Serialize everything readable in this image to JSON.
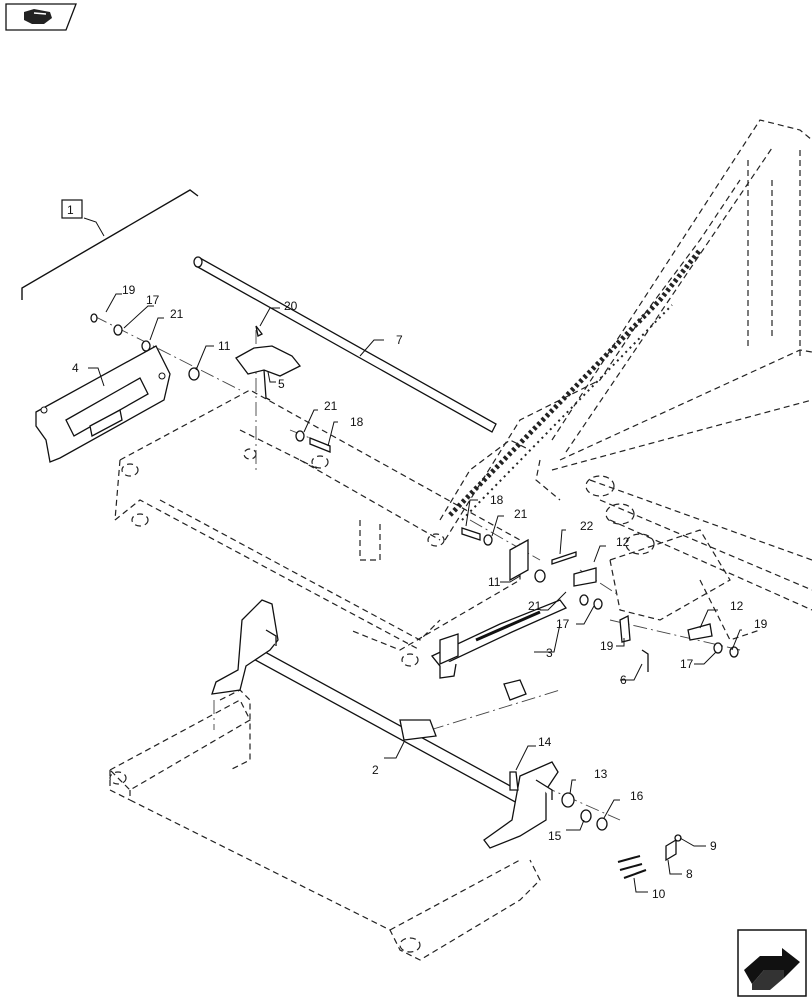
{
  "toolbar": {
    "icon": "hand-pointer-icon"
  },
  "nav": {
    "icon": "next-page-arrow-icon"
  },
  "callouts": {
    "c1": "1",
    "c2": "2",
    "c3": "3",
    "c4": "4",
    "c5": "5",
    "c6": "6",
    "c7": "7",
    "c8": "8",
    "c9": "9",
    "c10": "10",
    "c11a": "11",
    "c11b": "11",
    "c12a": "12",
    "c12b": "12",
    "c13": "13",
    "c14": "14",
    "c15": "15",
    "c16": "16",
    "c17a": "17",
    "c17b": "17",
    "c17c": "17",
    "c18a": "18",
    "c18b": "18",
    "c19a": "19",
    "c19b": "19",
    "c19c": "19",
    "c20": "20",
    "c21a": "21",
    "c21b": "21",
    "c21c": "21",
    "c21d": "21",
    "c22": "22"
  }
}
